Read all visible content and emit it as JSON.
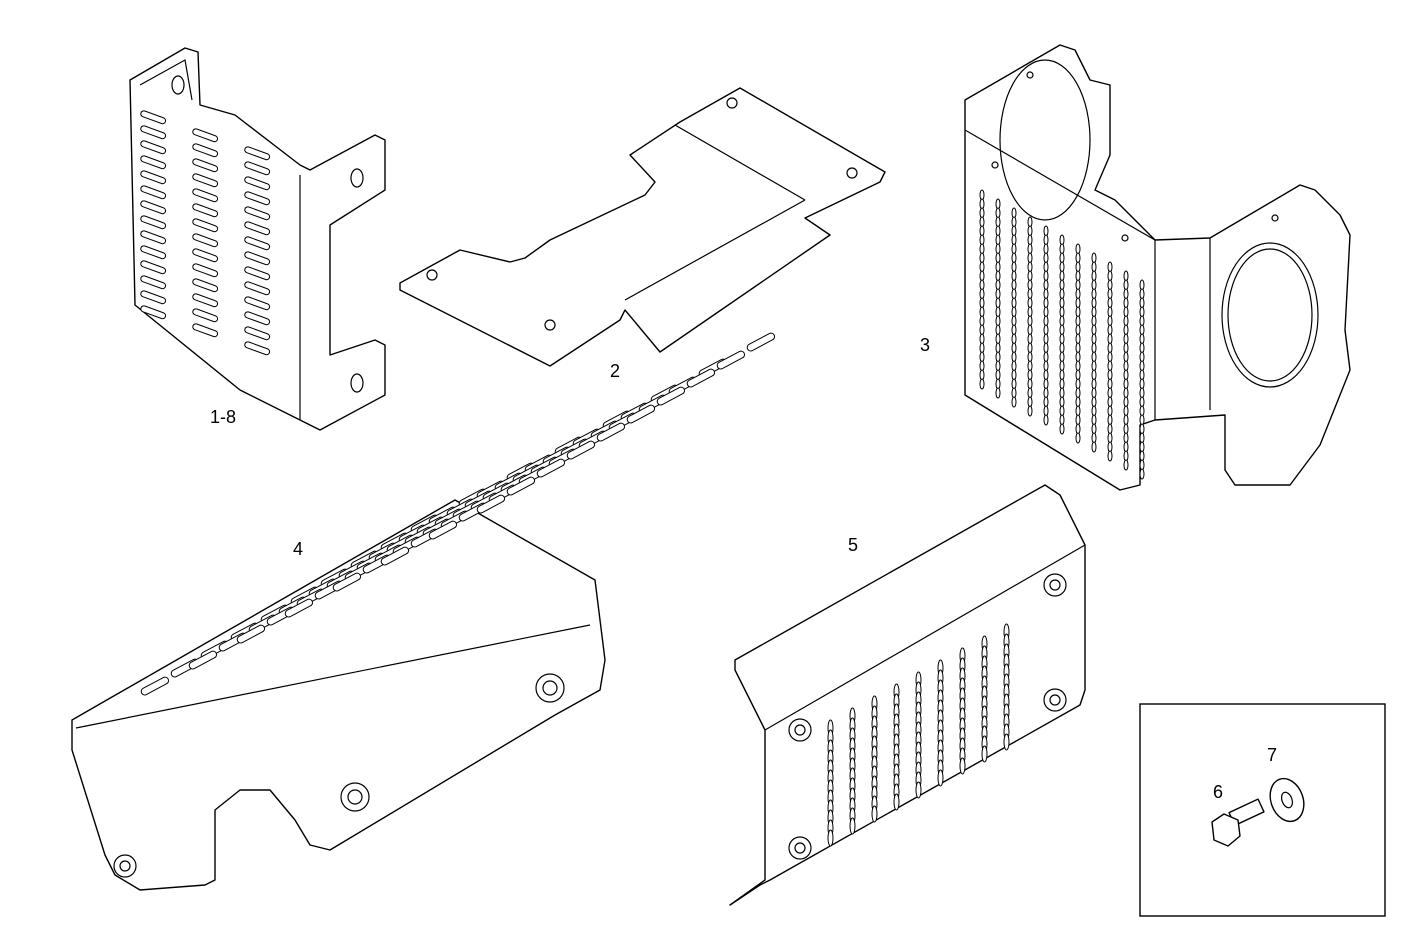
{
  "labels": {
    "part_1_8": "1-8",
    "part_2": "2",
    "part_3": "3",
    "part_4": "4",
    "part_5": "5",
    "part_6": "6",
    "part_7": "7"
  },
  "colors": {
    "line": "#000000",
    "background": "#ffffff"
  }
}
